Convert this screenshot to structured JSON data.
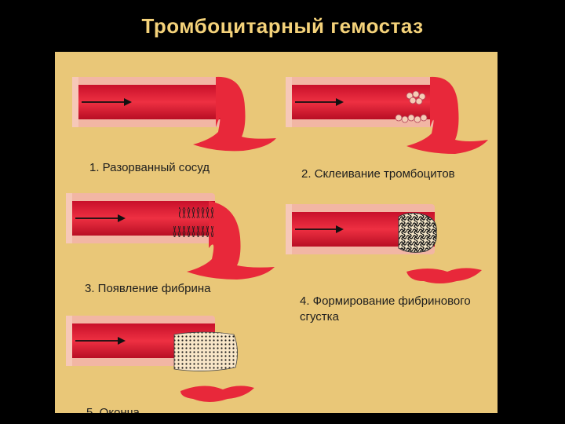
{
  "slide": {
    "title": "Тромбоцитарный гемостаз",
    "background": "#000000",
    "title_color": "#f4d27a"
  },
  "figure": {
    "background": "#e9c778",
    "vessel_color": "#e8283a",
    "wall_color": "#f2b6a4",
    "panels": [
      {
        "caption": "1. Разорванный сосуд"
      },
      {
        "caption": "2. Склеивание тромбоцитов"
      },
      {
        "caption": "3. Появление фибрина"
      },
      {
        "caption_line1": "4. Формирование фибринового",
        "caption_line2": "сгустка"
      },
      {
        "caption": "5. Оконча"
      }
    ]
  }
}
